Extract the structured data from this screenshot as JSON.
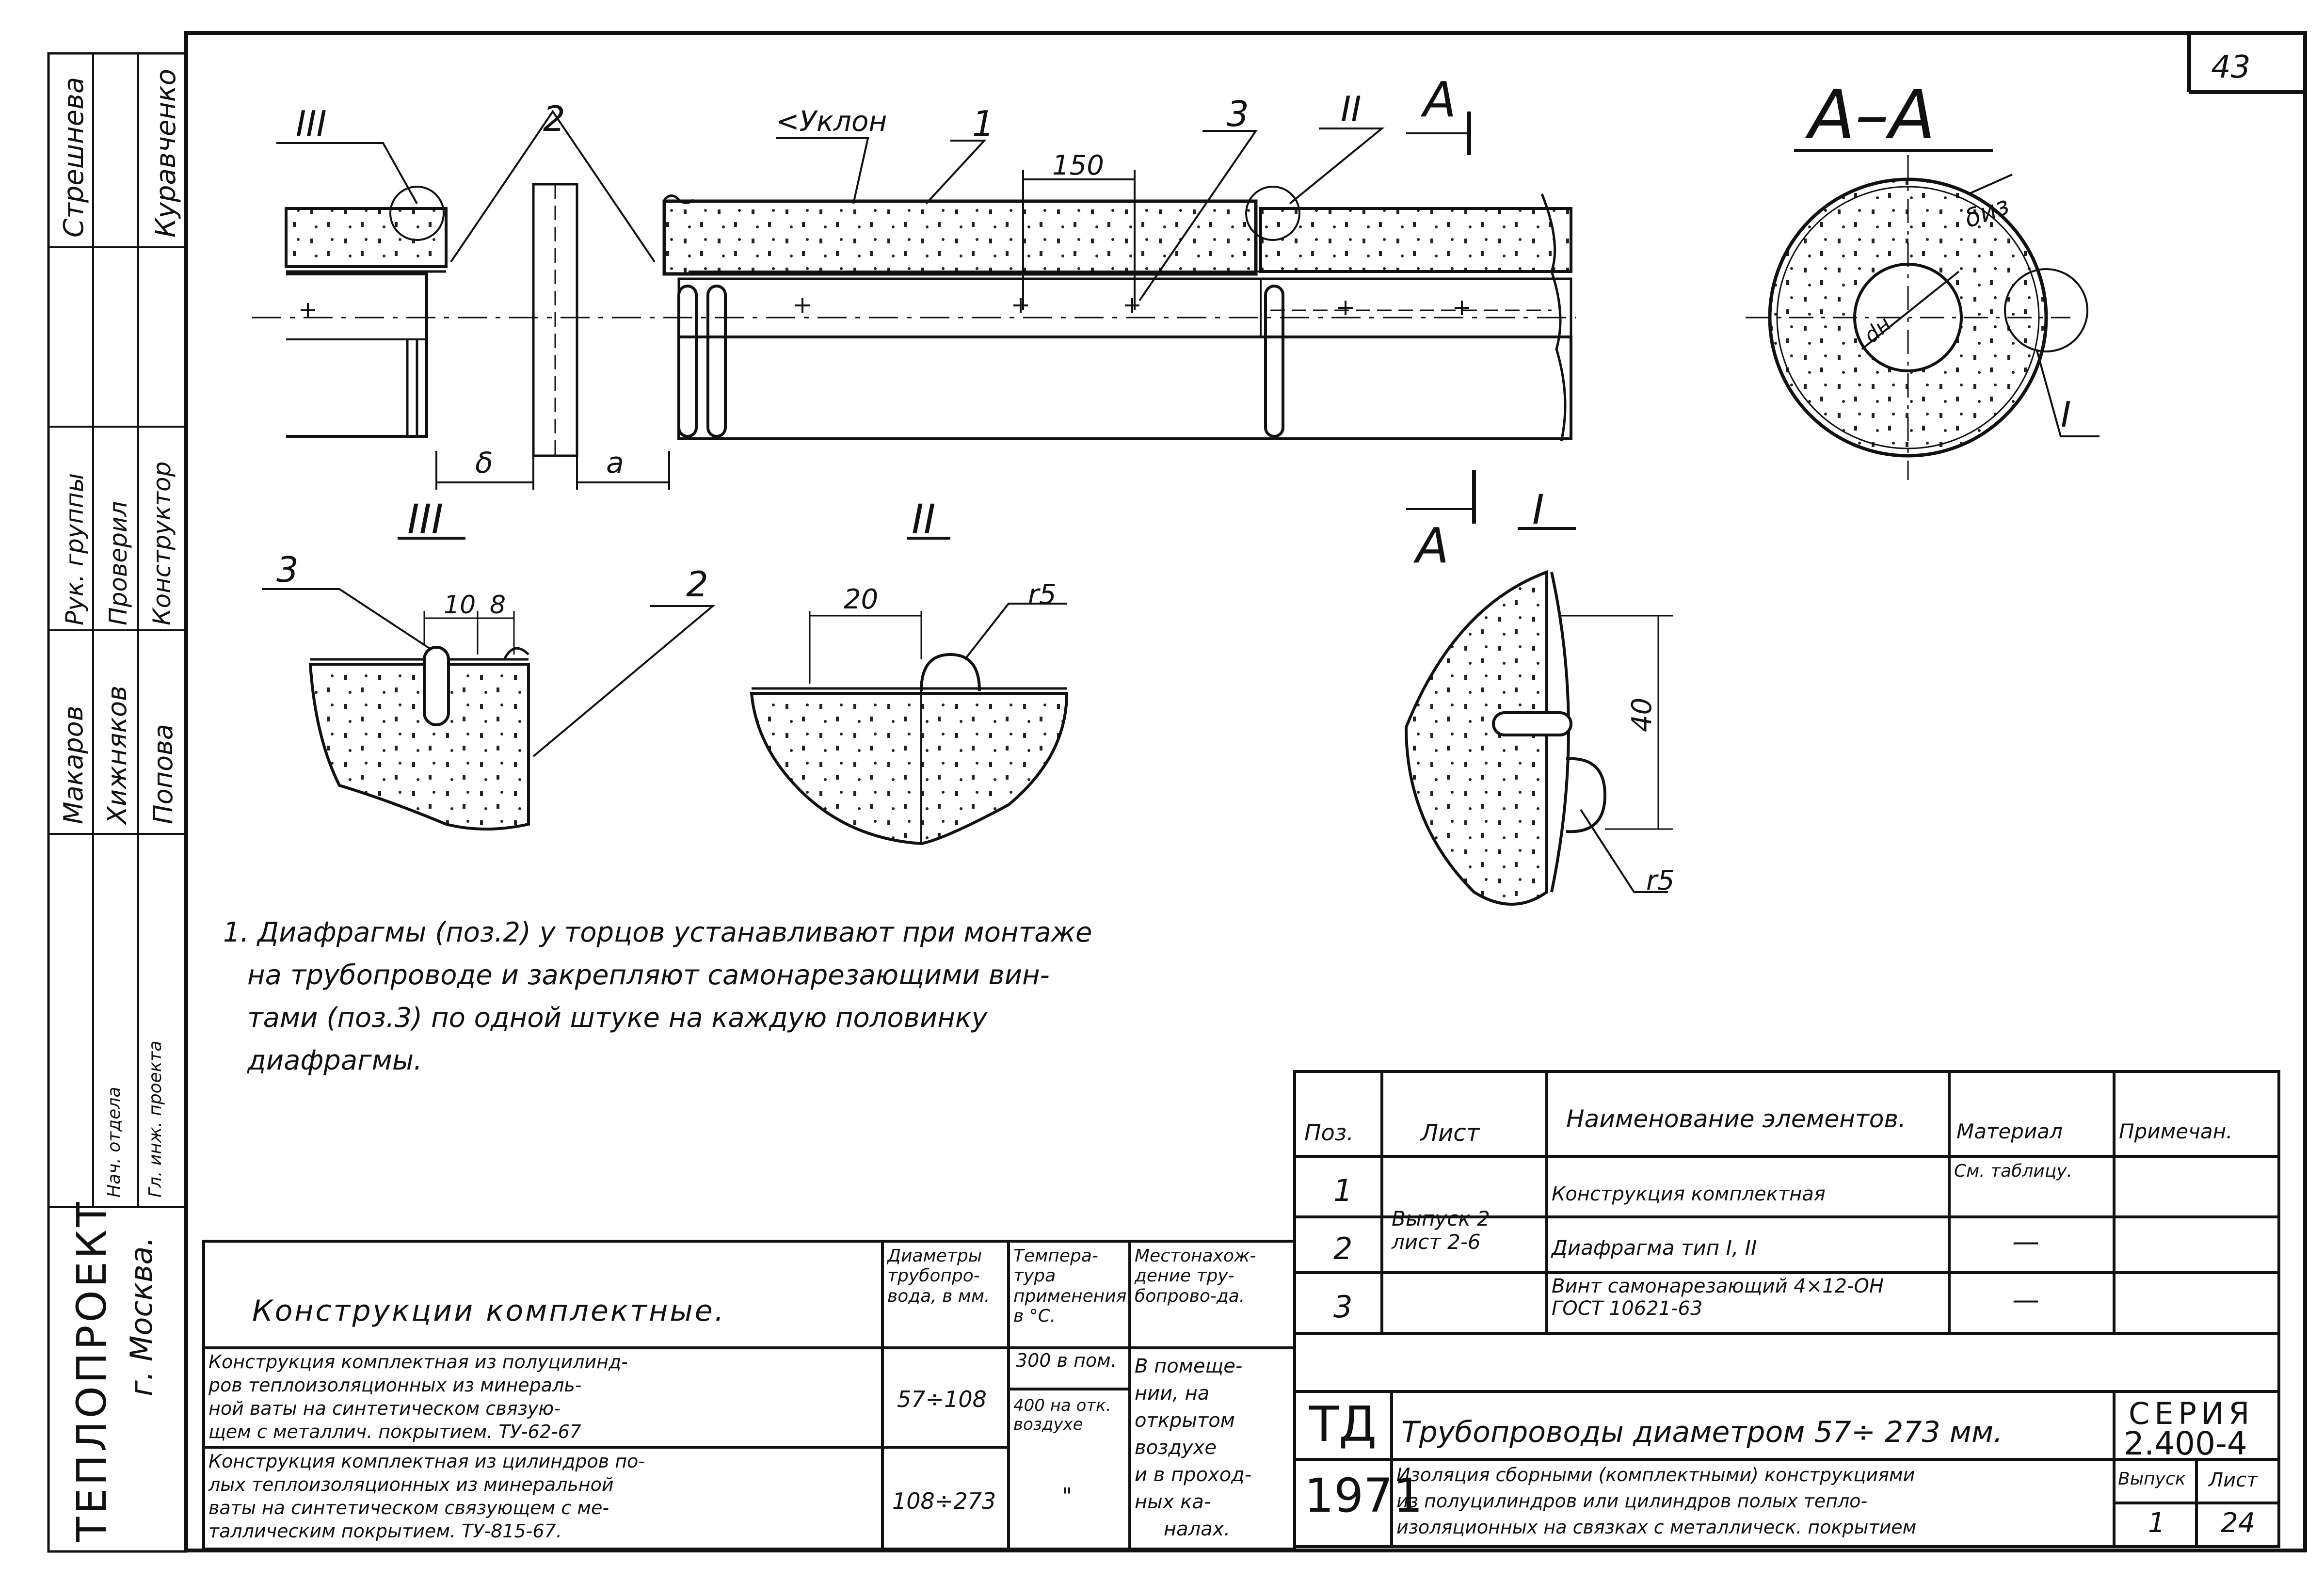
{
  "sheet": {
    "page_number": "43",
    "section_label": "А–А",
    "a_marker": "А"
  },
  "callouts": {
    "slope": "<Уклон",
    "dim_150": "150",
    "dim_delta": "δ",
    "dim_a": "a",
    "dim_10": "10",
    "dim_8": "8",
    "dim_20": "20",
    "dim_r5": "r5",
    "dim_40": "40",
    "delta_iz": "δиз",
    "d_inner": "dн"
  },
  "details": {
    "III": "III",
    "II": "II",
    "I": "I"
  },
  "positions": [
    "1",
    "2",
    "3"
  ],
  "left_stamp": {
    "roles": [
      "Рук. группы",
      "Проверил",
      "Конструктор"
    ],
    "names_top": [
      "Стрешнева",
      "Куравченко"
    ],
    "names_bottom": [
      "Макаров",
      "Хижняков",
      "Попова"
    ],
    "dept": [
      "Нач. отдела",
      "Гл. инж. проекта"
    ],
    "org": "ТЕПЛОПРОЕКТ",
    "city": "г. Москва."
  },
  "note": [
    "1. Диафрагмы (поз.2) у торцов устанавливают при монтаже",
    "на трубопроводе и закрепляют самонарезающими вин-",
    "тами (поз.3) по одной штуке на каждую половинку",
    "диафрагмы."
  ],
  "spec_table": {
    "headers": [
      "Поз.",
      "Лист",
      "Наименование элементов.",
      "Материал",
      "Примечан."
    ],
    "rows": [
      {
        "pos": "1",
        "sheet": "",
        "name": "Конструкция комплектная",
        "material": "См. таблицу.",
        "note": ""
      },
      {
        "pos": "2",
        "sheet": "Выпуск 2 лист 2-6",
        "name": "Диафрагма тип I, II",
        "material": "—",
        "note": ""
      },
      {
        "pos": "3",
        "sheet": "",
        "name": "Винт самонарезающий 4×12-ОН ГОСТ 10621-63",
        "material": "—",
        "note": ""
      }
    ]
  },
  "constructions_table": {
    "title": "Конструкции комплектные.",
    "headers": [
      "Диаметры трубопро-вода, в мм.",
      "Темпера-тура применения в °С.",
      "Местонахож-дение тру-бопрово-да."
    ],
    "rows": [
      {
        "desc": [
          "Конструкция комплектная из полуцилинд-",
          "ров теплоизоляционных из минераль-",
          "ной ваты на синтетическом связую-",
          "щем с металлич. покрытием. ТУ-62-67"
        ],
        "diameter": "57÷108",
        "temp": [
          "300 в пом.",
          "400 на отк. воздухе"
        ]
      },
      {
        "desc": [
          "Конструкция комплектная из цилиндров по-",
          "лых теплоизоляционных из минеральной",
          "ваты на синтетическом связующем с ме-",
          "таллическим покрытием. ТУ-815-67."
        ],
        "diameter": "108÷273",
        "temp": [
          "\""
        ]
      }
    ],
    "location": [
      "В помеще-",
      "нии, на",
      "открытом",
      "воздухе",
      "и в проход-",
      "ных ка-",
      "налах."
    ]
  },
  "title_block": {
    "code": "ТД",
    "year": "1971",
    "title": "Трубопроводы диаметром 57÷ 273 мм.",
    "subtitle": [
      "Изоляция сборными (комплектными) конструкциями",
      "из полуцилиндров или цилиндров полых тепло-",
      "изоляционных на связках с металлическ. покрытием"
    ],
    "series_label": "СЕРИЯ",
    "series": "2.400-4",
    "issue_label": "Выпуск",
    "sheet_label": "Лист",
    "issue": "1",
    "sheet": "24"
  }
}
